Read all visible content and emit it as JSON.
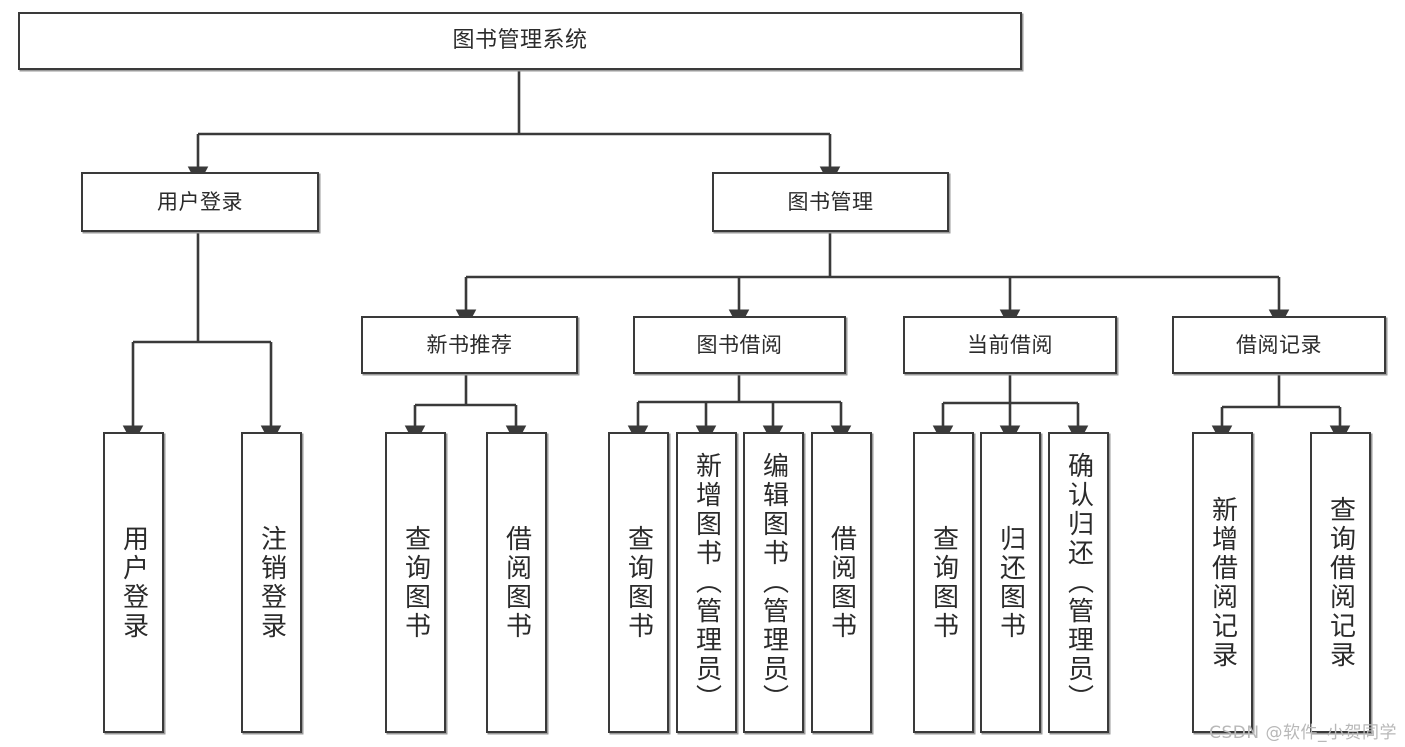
{
  "diagram": {
    "title": "图书管理系统",
    "type": "tree-hierarchy",
    "background_color": "#ffffff",
    "box_border_color": "#3a3a3a",
    "text_color": "#2b2b2b"
  },
  "root": {
    "label": "图书管理系统"
  },
  "level1": [
    {
      "label": "用户登录"
    },
    {
      "label": "图书管理"
    }
  ],
  "level2": [
    {
      "label": "新书推荐"
    },
    {
      "label": "图书借阅"
    },
    {
      "label": "当前借阅"
    },
    {
      "label": "借阅记录"
    }
  ],
  "leaves": {
    "user_login": [
      {
        "label": "用户登录"
      },
      {
        "label": "注销登录"
      }
    ],
    "new_book": [
      {
        "label": "查询图书"
      },
      {
        "label": "借阅图书"
      }
    ],
    "book_borrow": [
      {
        "label": "查询图书"
      },
      {
        "label": "新增图书（管理员）"
      },
      {
        "label": "编辑图书（管理员）"
      },
      {
        "label": "借阅图书"
      }
    ],
    "current_borrow": [
      {
        "label": "查询图书"
      },
      {
        "label": "归还图书"
      },
      {
        "label": "确认归还（管理员）"
      }
    ],
    "borrow_record": [
      {
        "label": "新增借阅记录"
      },
      {
        "label": "查询借阅记录"
      }
    ]
  },
  "watermark": {
    "text": "CSDN @软件_小贺同学"
  }
}
